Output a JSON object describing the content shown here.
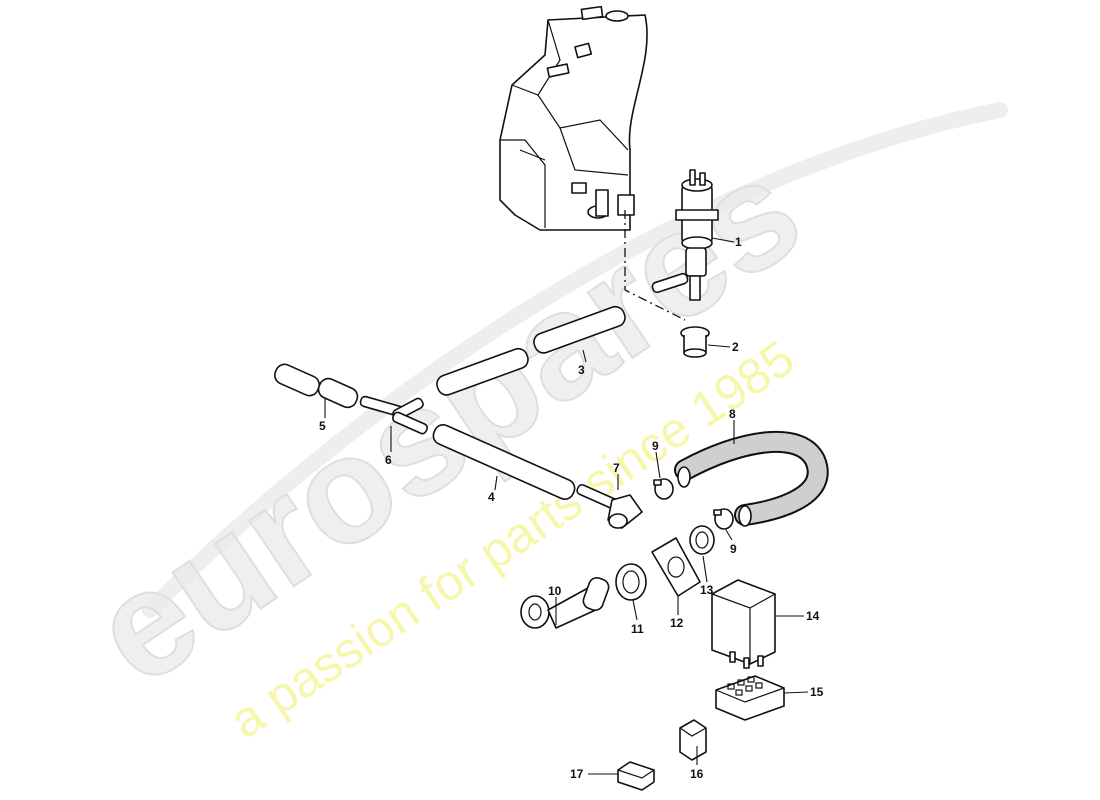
{
  "watermark": {
    "brand": "eurospares",
    "tagline": "a passion for parts since 1985"
  },
  "callouts": [
    "1",
    "2",
    "3",
    "4",
    "5",
    "6",
    "7",
    "8",
    "9",
    "9",
    "10",
    "11",
    "12",
    "13",
    "14",
    "15",
    "16",
    "17"
  ],
  "colors": {
    "line": "#111111",
    "background": "#ffffff",
    "watermark_grey": "#e9e9e9",
    "watermark_yellow": "#eef06a"
  }
}
